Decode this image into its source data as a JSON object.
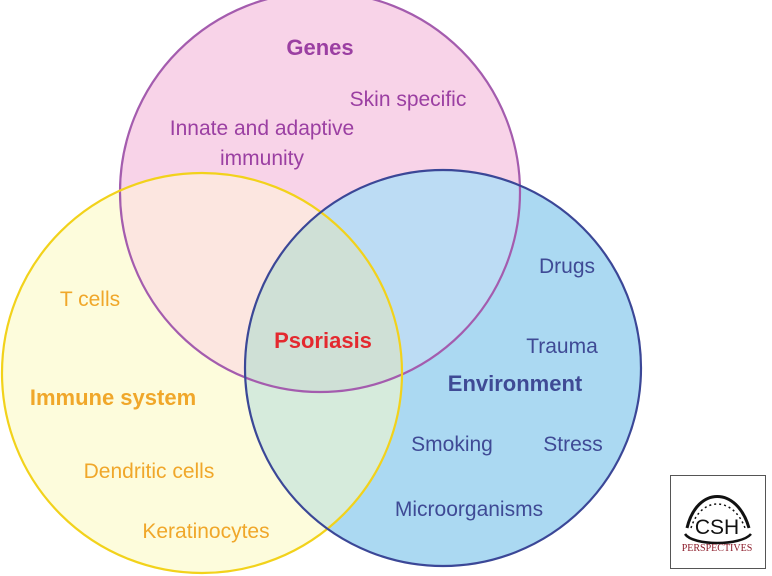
{
  "colors": {
    "genes_fill": "#f8d3e8",
    "genes_stroke": "#a45cae",
    "genes_text": "#9b3fa2",
    "immune_fill": "#fdfcdc",
    "immune_stroke": "#f2d21b",
    "immune_text": "#f0a72a",
    "env_fill": "#abd9f2",
    "env_stroke": "#3b4797",
    "env_text": "#3f4a95",
    "center_text": "#e4292f"
  },
  "genes": {
    "title": "Genes",
    "items": [
      "Skin specific",
      "Innate and adaptive",
      "immunity"
    ]
  },
  "immune": {
    "title": "Immune system",
    "items": [
      "T cells",
      "Dendritic cells",
      "Keratinocytes"
    ]
  },
  "environment": {
    "title": "Environment",
    "items": [
      "Drugs",
      "Trauma",
      "Smoking",
      "Stress",
      "Microorganisms"
    ]
  },
  "center": {
    "label": "Psoriasis"
  },
  "logo": {
    "line1": "CSH",
    "line2": "PERSPECTIVES",
    "icon": "dna-helix-icon"
  }
}
